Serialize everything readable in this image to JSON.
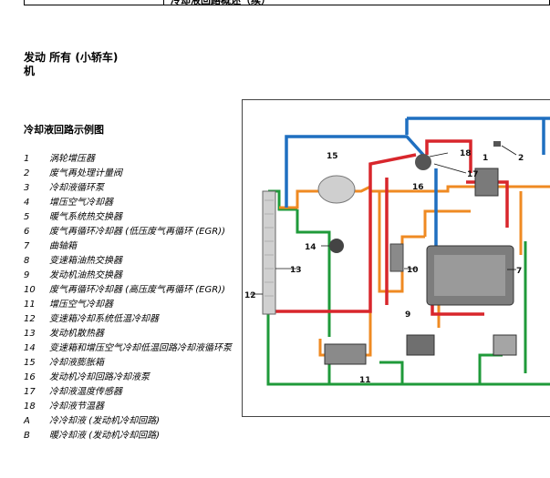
{
  "header": {
    "top_cell_text": "冷却液回路概述（续）"
  },
  "section": {
    "title_line1": "发动  所有 (小轿车)",
    "title_line2": "机"
  },
  "diagram_title": "冷却液回路示例图",
  "legend": [
    {
      "key": "1",
      "label": "涡轮增压器"
    },
    {
      "key": "2",
      "label": "废气再处理计量阀"
    },
    {
      "key": "3",
      "label": "冷却液循环泵"
    },
    {
      "key": "4",
      "label": "增压空气冷却器"
    },
    {
      "key": "5",
      "label": "暖气系统热交换器"
    },
    {
      "key": "6",
      "label": "废气再循环冷却器 (低压废气再循环 (EGR))"
    },
    {
      "key": "7",
      "label": "曲轴箱"
    },
    {
      "key": "8",
      "label": "变速箱油热交换器"
    },
    {
      "key": "9",
      "label": "发动机油热交换器"
    },
    {
      "key": "10",
      "label": "废气再循环冷却器 (高压废气再循环 (EGR))"
    },
    {
      "key": "11",
      "label": "增压空气冷却器"
    },
    {
      "key": "12",
      "label": "变速箱冷却系统低温冷却器"
    },
    {
      "key": "13",
      "label": "发动机散热器"
    },
    {
      "key": "14",
      "label": "变速箱和增压空气冷却低温回路冷却液循环泵"
    },
    {
      "key": "15",
      "label": "冷却液膨胀箱"
    },
    {
      "key": "16",
      "label": "发动机冷却回路冷却液泵"
    },
    {
      "key": "17",
      "label": "冷却液温度传感器"
    },
    {
      "key": "18",
      "label": "冷却液节温器"
    },
    {
      "key": "A",
      "label": "冷冷却液 (发动机冷却回路)"
    },
    {
      "key": "B",
      "label": "暖冷却液 (发动机冷却回路)"
    }
  ],
  "callouts": {
    "c1": "1",
    "c2": "2",
    "c7": "7",
    "c9": "9",
    "c10": "10",
    "c11": "11",
    "c12": "12",
    "c13": "13",
    "c14": "14",
    "c15": "15",
    "c16": "16",
    "c17": "17",
    "c18": "18"
  },
  "colors": {
    "blue": "#1f6fc0",
    "red": "#d8262c",
    "orange": "#ef8a22",
    "green": "#1f9a3a",
    "component_gray": "#8a8a8a"
  }
}
